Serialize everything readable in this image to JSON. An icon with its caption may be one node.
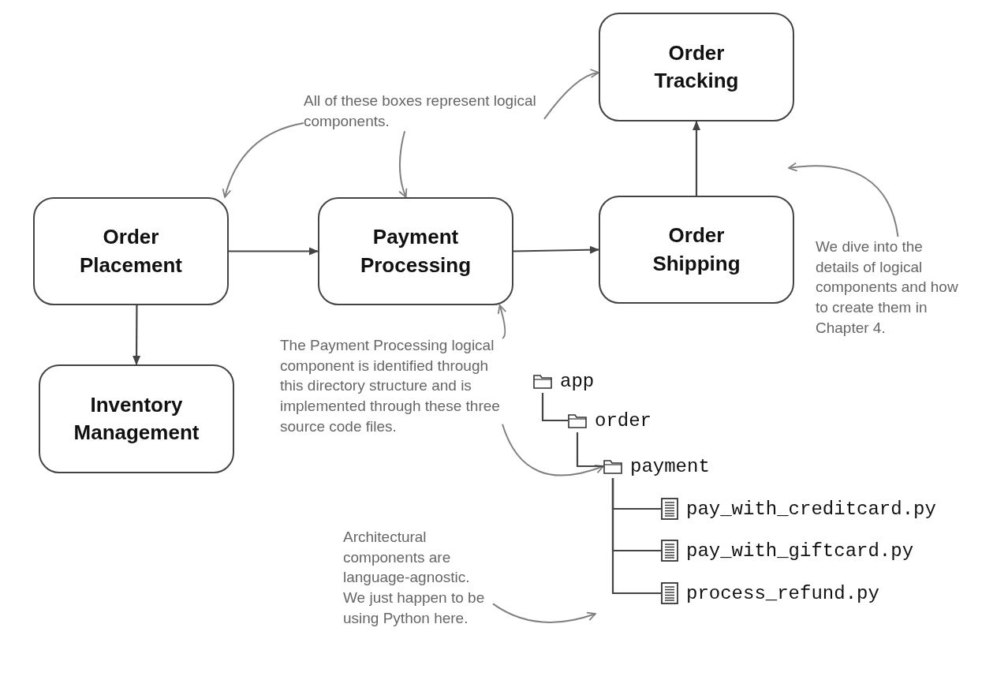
{
  "diagram": {
    "nodes": [
      {
        "text": [
          "Order Placement"
        ]
      },
      {
        "text": [
          "Payment Processing"
        ]
      },
      {
        "text": [
          "Order Shipping"
        ]
      },
      {
        "text": [
          "Order Tracking"
        ]
      },
      {
        "text": [
          "Inventory Management"
        ]
      },
      {
        "text": [
          "All of these boxes represent logical components."
        ]
      },
      {
        "text": [
          "We dive into the details of logical components and how to create them in Chapter 4."
        ]
      },
      {
        "text": [
          "The Payment Processing logical component is identified through this directory structure and is implemented through these three source code files."
        ]
      },
      {
        "text": [
          "Architectural components are language-agnostic. We just happen to be using Python here."
        ]
      },
      {
        "text": [
          "app"
        ]
      },
      {
        "text": [
          "order"
        ]
      },
      {
        "text": [
          "payment"
        ]
      },
      {
        "text": [
          "pay_with_creditcard.py"
        ]
      },
      {
        "text": [
          "pay_with_giftcard.py"
        ]
      },
      {
        "text": [
          "process_refund.py"
        ]
      }
    ],
    "edges": [
      {
        "from": 0,
        "to": 1,
        "arrow": "to"
      },
      {
        "from": 1,
        "to": 2,
        "arrow": "to"
      },
      {
        "from": 2,
        "to": 3,
        "arrow": "to"
      },
      {
        "from": 0,
        "to": 4,
        "arrow": "to"
      },
      {
        "from": 5,
        "to": 3,
        "arrow": "to",
        "color": "#808080"
      },
      {
        "from": 5,
        "to": 0,
        "arrow": "to",
        "color": "#808080"
      },
      {
        "from": 5,
        "to": 1,
        "arrow": "to",
        "color": "#808080"
      },
      {
        "from": 6,
        "to": null,
        "arrow": "to",
        "color": "#808080"
      },
      {
        "from": 7,
        "to": 1,
        "arrow": "to",
        "color": "#808080"
      },
      {
        "from": 7,
        "to": 11,
        "arrow": "to",
        "color": "#808080"
      },
      {
        "from": 8,
        "to": null,
        "arrow": "to",
        "color": "#808080"
      },
      {
        "from": 9,
        "to": 10,
        "arrow": "none"
      },
      {
        "from": 10,
        "to": 11,
        "arrow": "none"
      },
      {
        "from": 11,
        "to": 12,
        "arrow": "none"
      },
      {
        "from": 11,
        "to": 13,
        "arrow": "none"
      },
      {
        "from": 11,
        "to": 14,
        "arrow": "none"
      }
    ]
  }
}
